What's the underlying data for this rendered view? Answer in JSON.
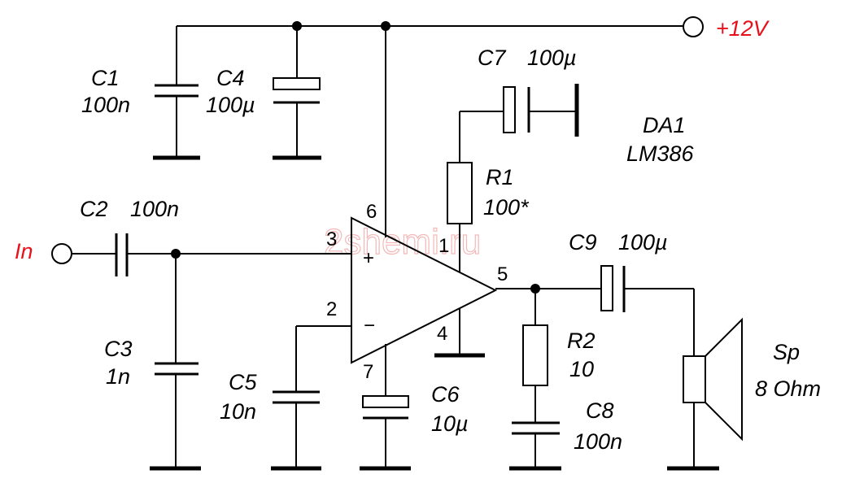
{
  "colors": {
    "power_label": "#e8111b",
    "input_label": "#e8111b",
    "watermark": "#f4b8b8"
  },
  "power": {
    "label": "+12V"
  },
  "input": {
    "label": "In"
  },
  "ic": {
    "ref": "DA1",
    "part": "LM386",
    "pins": {
      "p1": "1",
      "p2": "2",
      "p3": "3",
      "p4": "4",
      "p5": "5",
      "p6": "6",
      "p7": "7"
    },
    "plus": "+",
    "minus": "−"
  },
  "components": {
    "c1": {
      "ref": "C1",
      "value": "100n"
    },
    "c2": {
      "ref": "C2",
      "value": "100n"
    },
    "c3": {
      "ref": "C3",
      "value": "1n"
    },
    "c4": {
      "ref": "C4",
      "value": "100µ"
    },
    "c5": {
      "ref": "C5",
      "value": "10n"
    },
    "c6": {
      "ref": "C6",
      "value": "10µ"
    },
    "c7": {
      "ref": "C7",
      "value": "100µ"
    },
    "c8": {
      "ref": "C8",
      "value": "100n"
    },
    "c9": {
      "ref": "C9",
      "value": "100µ"
    },
    "r1": {
      "ref": "R1",
      "value": "100*"
    },
    "r2": {
      "ref": "R2",
      "value": "10"
    },
    "sp": {
      "ref": "Sp",
      "value": "8 Ohm"
    }
  },
  "watermark": {
    "text": "2shemi.ru"
  }
}
